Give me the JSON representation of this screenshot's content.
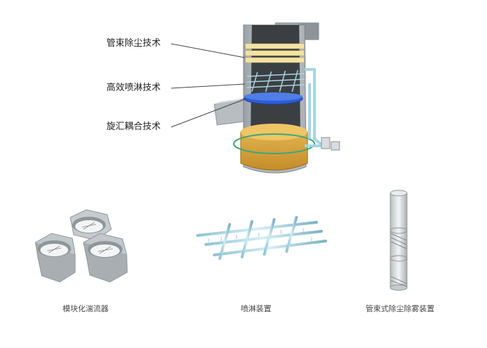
{
  "callouts": {
    "tube_dust_removal": "管束除尘技术",
    "high_efficiency_spray": "高效喷淋技术",
    "swirl_coupling": "旋汇耦合技术"
  },
  "components": {
    "modular_swirl_device": "模块化湍流器",
    "spray_device": "喷淋装置",
    "tube_demister": "管束式除尘除雾装置"
  },
  "colors": {
    "tower_body": "#bfc5c9",
    "tower_dark": "#3b3f42",
    "demister_layer": "#f2e0a0",
    "spray_pipes": "#8fc3d6",
    "swirl_layer": "#2f5fd4",
    "slurry": "#d8a540",
    "piping": "#9fd6e3"
  }
}
